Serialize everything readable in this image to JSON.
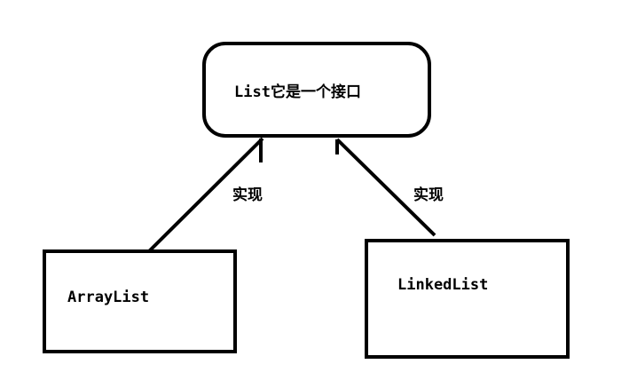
{
  "nodes": {
    "interface": {
      "label": "List它是一个接口"
    },
    "arraylist": {
      "label": "ArrayList"
    },
    "linkedlist": {
      "label": "LinkedList"
    }
  },
  "edges": {
    "left": {
      "label": "实现"
    },
    "right": {
      "label": "实现"
    }
  }
}
